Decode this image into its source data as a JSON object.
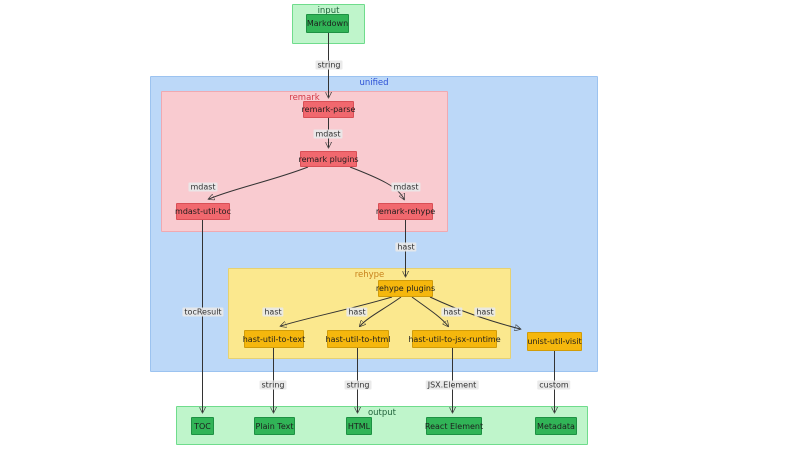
{
  "containers": {
    "input": "input",
    "unified": "unified",
    "remark": "remark",
    "rehype": "rehype",
    "output": "output"
  },
  "nodes": {
    "markdown": "Markdown",
    "remark_parse": "remark-parse",
    "remark_plugins": "remark plugins",
    "mdast_util_toc": "mdast-util-toc",
    "remark_rehype": "remark-rehype",
    "rehype_plugins": "rehype plugins",
    "hast_util_to_text": "hast-util-to-text",
    "hast_util_to_html": "hast-util-to-html",
    "hast_util_to_jsx_runtime": "hast-util-to-jsx-runtime",
    "unist_util_visit": "unist-util-visit",
    "toc": "TOC",
    "plain_text": "Plain Text",
    "html": "HTML",
    "react_element": "React Element",
    "metadata": "Metadata"
  },
  "edge_labels": {
    "markdown_to_parse": "string",
    "parse_to_plugins": "mdast",
    "plugins_to_toc": "mdast",
    "plugins_to_rehype": "mdast",
    "rehype_in": "hast",
    "to_text": "hast",
    "to_html": "hast",
    "to_jsx": "hast",
    "to_visit": "hast",
    "toc_result": "tocResult",
    "text_out": "string",
    "html_out": "string",
    "jsx_out": "JSX.Element",
    "visit_out": "custom"
  },
  "colors": {
    "green_cluster_fill": "#bff5cb",
    "green_cluster_border": "#6fdc8c",
    "green_node_fill": "#31b457",
    "blue_cluster_fill": "#bcd8f8",
    "blue_label": "#2b50d5",
    "pink_cluster_fill": "#f9cbd0",
    "red_label": "#d33a47",
    "red_node_fill": "#f1686e",
    "yellow_cluster_fill": "#fbe88e",
    "orange_label": "#c8821c",
    "yellow_node_fill": "#f5b70d",
    "edge": "#333333"
  }
}
